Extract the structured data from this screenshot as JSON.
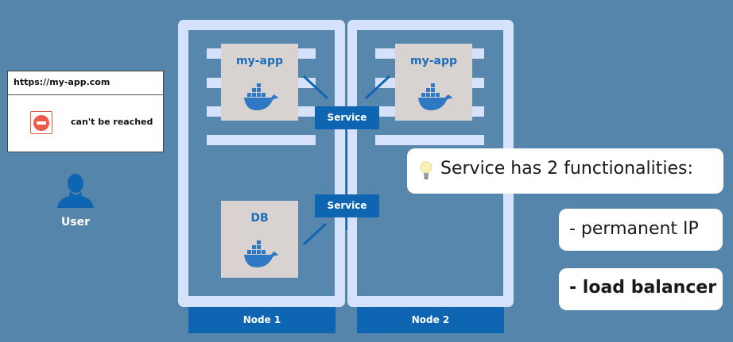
{
  "browser": {
    "url": "https://my-app.com",
    "error_icon": "no-entry-icon",
    "message": "can't be reached"
  },
  "user": {
    "icon": "user-silhouette-icon",
    "label": "User"
  },
  "nodes": [
    {
      "label": "Node 1",
      "pods": [
        {
          "label": "my-app",
          "icon": "docker-whale-icon"
        },
        {
          "label": "DB",
          "icon": "docker-whale-icon"
        }
      ]
    },
    {
      "label": "Node 2",
      "pods": [
        {
          "label": "my-app",
          "icon": "docker-whale-icon"
        }
      ]
    }
  ],
  "services": [
    {
      "label": "Service"
    },
    {
      "label": "Service"
    }
  ],
  "callout": {
    "icon": "lightbulb-icon",
    "title": "Service has 2 functionalities:",
    "items": [
      "- permanent IP",
      "- load balancer"
    ]
  },
  "colors": {
    "background": "#5585aa",
    "node_frame": "#d6e2fb",
    "accent_blue": "#0e66b3",
    "pod_bg": "#d8d2d0",
    "error_red": "#ec5a4a"
  }
}
